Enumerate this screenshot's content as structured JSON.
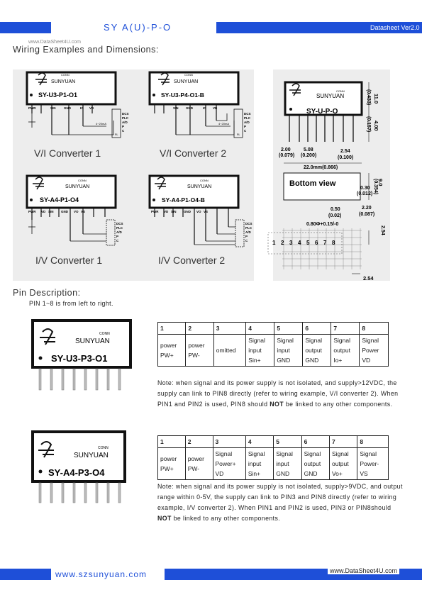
{
  "header": {
    "title": "SY A(U)-P-O",
    "version": "Datasheet  Ver2.0"
  },
  "watermark_top": "www.DataSheet4U.com",
  "sections": {
    "wiring": "Wiring Examples and Dimensions:",
    "pins": "Pin Description:",
    "pin_order": "PIN 1~8 is from left to right."
  },
  "modules": {
    "brand": "SUNYUAN",
    "brand_small": "CONN",
    "m1": "SY-U3-P1-O1",
    "m2": "SY-U3-P4-O1-B",
    "m3": "SY-A4-P1-O4",
    "m4": "SY-A4-P1-O4-B",
    "m5": "SY-U-P-O",
    "p1": "SY-U3-P3-O1",
    "p2": "SY-A4-P3-O4"
  },
  "pin_labels": {
    "m1": [
      "PWR",
      "SIN",
      "GND",
      "IO",
      "VD"
    ],
    "m2": [
      "SIN",
      "GND",
      "IO",
      "VD"
    ],
    "m3": [
      "PWR",
      "VD",
      "SIN",
      "GND",
      "VO",
      "VS"
    ],
    "m4": [
      "PWR",
      "VD",
      "SIN",
      "GND",
      "VO",
      "VS"
    ],
    "dev": [
      "DCS",
      "PLC",
      "A/D",
      "P",
      "C"
    ],
    "rl": "RL",
    "current": "4~20mA"
  },
  "captions": {
    "c1": "V/I Converter 1",
    "c2": "V/I Converter 2",
    "c3": "I/V Converter 1",
    "c4": "I/V Converter 2"
  },
  "dimensions": {
    "height": "11.0",
    "height_in": "(0.433)",
    "pin_len": "4.00",
    "pin_len_in": "(0.157)",
    "d1": "2.00",
    "d1_in": "(0.079)",
    "d2": "5.08",
    "d2_in": "(0.200)",
    "d3": "2.54",
    "d3_in": "(0.100)",
    "width": "22.0mm(0.866)",
    "bottom_view": "Bottom view",
    "depth": "9.0",
    "depth_in": "(0.354)",
    "d4": "0.30",
    "d4_in": "(0.012)",
    "d5": "0.50",
    "d5_in": "(0.02)",
    "d6": "2.20",
    "d6_in": "(0.087)",
    "hole": "0.80Φ+0.15/-0",
    "pitch_v": "2.54",
    "pitch_h": "2.54",
    "pins": [
      "1",
      "2",
      "3",
      "4",
      "5",
      "6",
      "7",
      "8"
    ]
  },
  "table1": {
    "nums": [
      "1",
      "2",
      "3",
      "4",
      "5",
      "6",
      "7",
      "8"
    ],
    "cells": [
      "power\nPW+",
      "power\nPW-",
      "omitted",
      "Signal\ninput\nSin+",
      "Signal\ninput\n GND",
      "Signal\noutput\nGND",
      "Signal\noutput\nIo+",
      "Signal\nPower\nVD"
    ]
  },
  "note1": {
    "pre": "Note: when signal and its power supply is not isolated, and supply>12VDC, the supply can link to PIN8 directly (refer to wiring example, V/I converter 2). When PIN1 and PIN2 is used, PIN8 should ",
    "bold": "NOT",
    "post": " be linked to any other components."
  },
  "table2": {
    "nums": [
      "1",
      "2",
      "3",
      "4",
      "5",
      "6",
      "7",
      "8"
    ],
    "cells": [
      "power\nPW+",
      "power\nPW-",
      "Signal\nPower+\nVD",
      "Signal\ninput\nSin+",
      "Signal\ninput\n GND",
      "Signal\noutput\nGND",
      "Signal\noutput\nVo+",
      "Signal\nPower-\nVS"
    ]
  },
  "note2": {
    "pre": "Note: when signal and its power supply is not isolated, supply>9VDC, and output range within 0-5V, the supply can link to PIN3 and PIN8 directly (refer to wiring example, I/V converter 2). When PIN1 and PIN2 is used, PIN3 or PIN8should ",
    "bold": "NOT",
    "post": " be linked to any other components."
  },
  "footer": {
    "url": "www.szsunyuan.com",
    "watermark": "www.DataSheet4U.com"
  }
}
